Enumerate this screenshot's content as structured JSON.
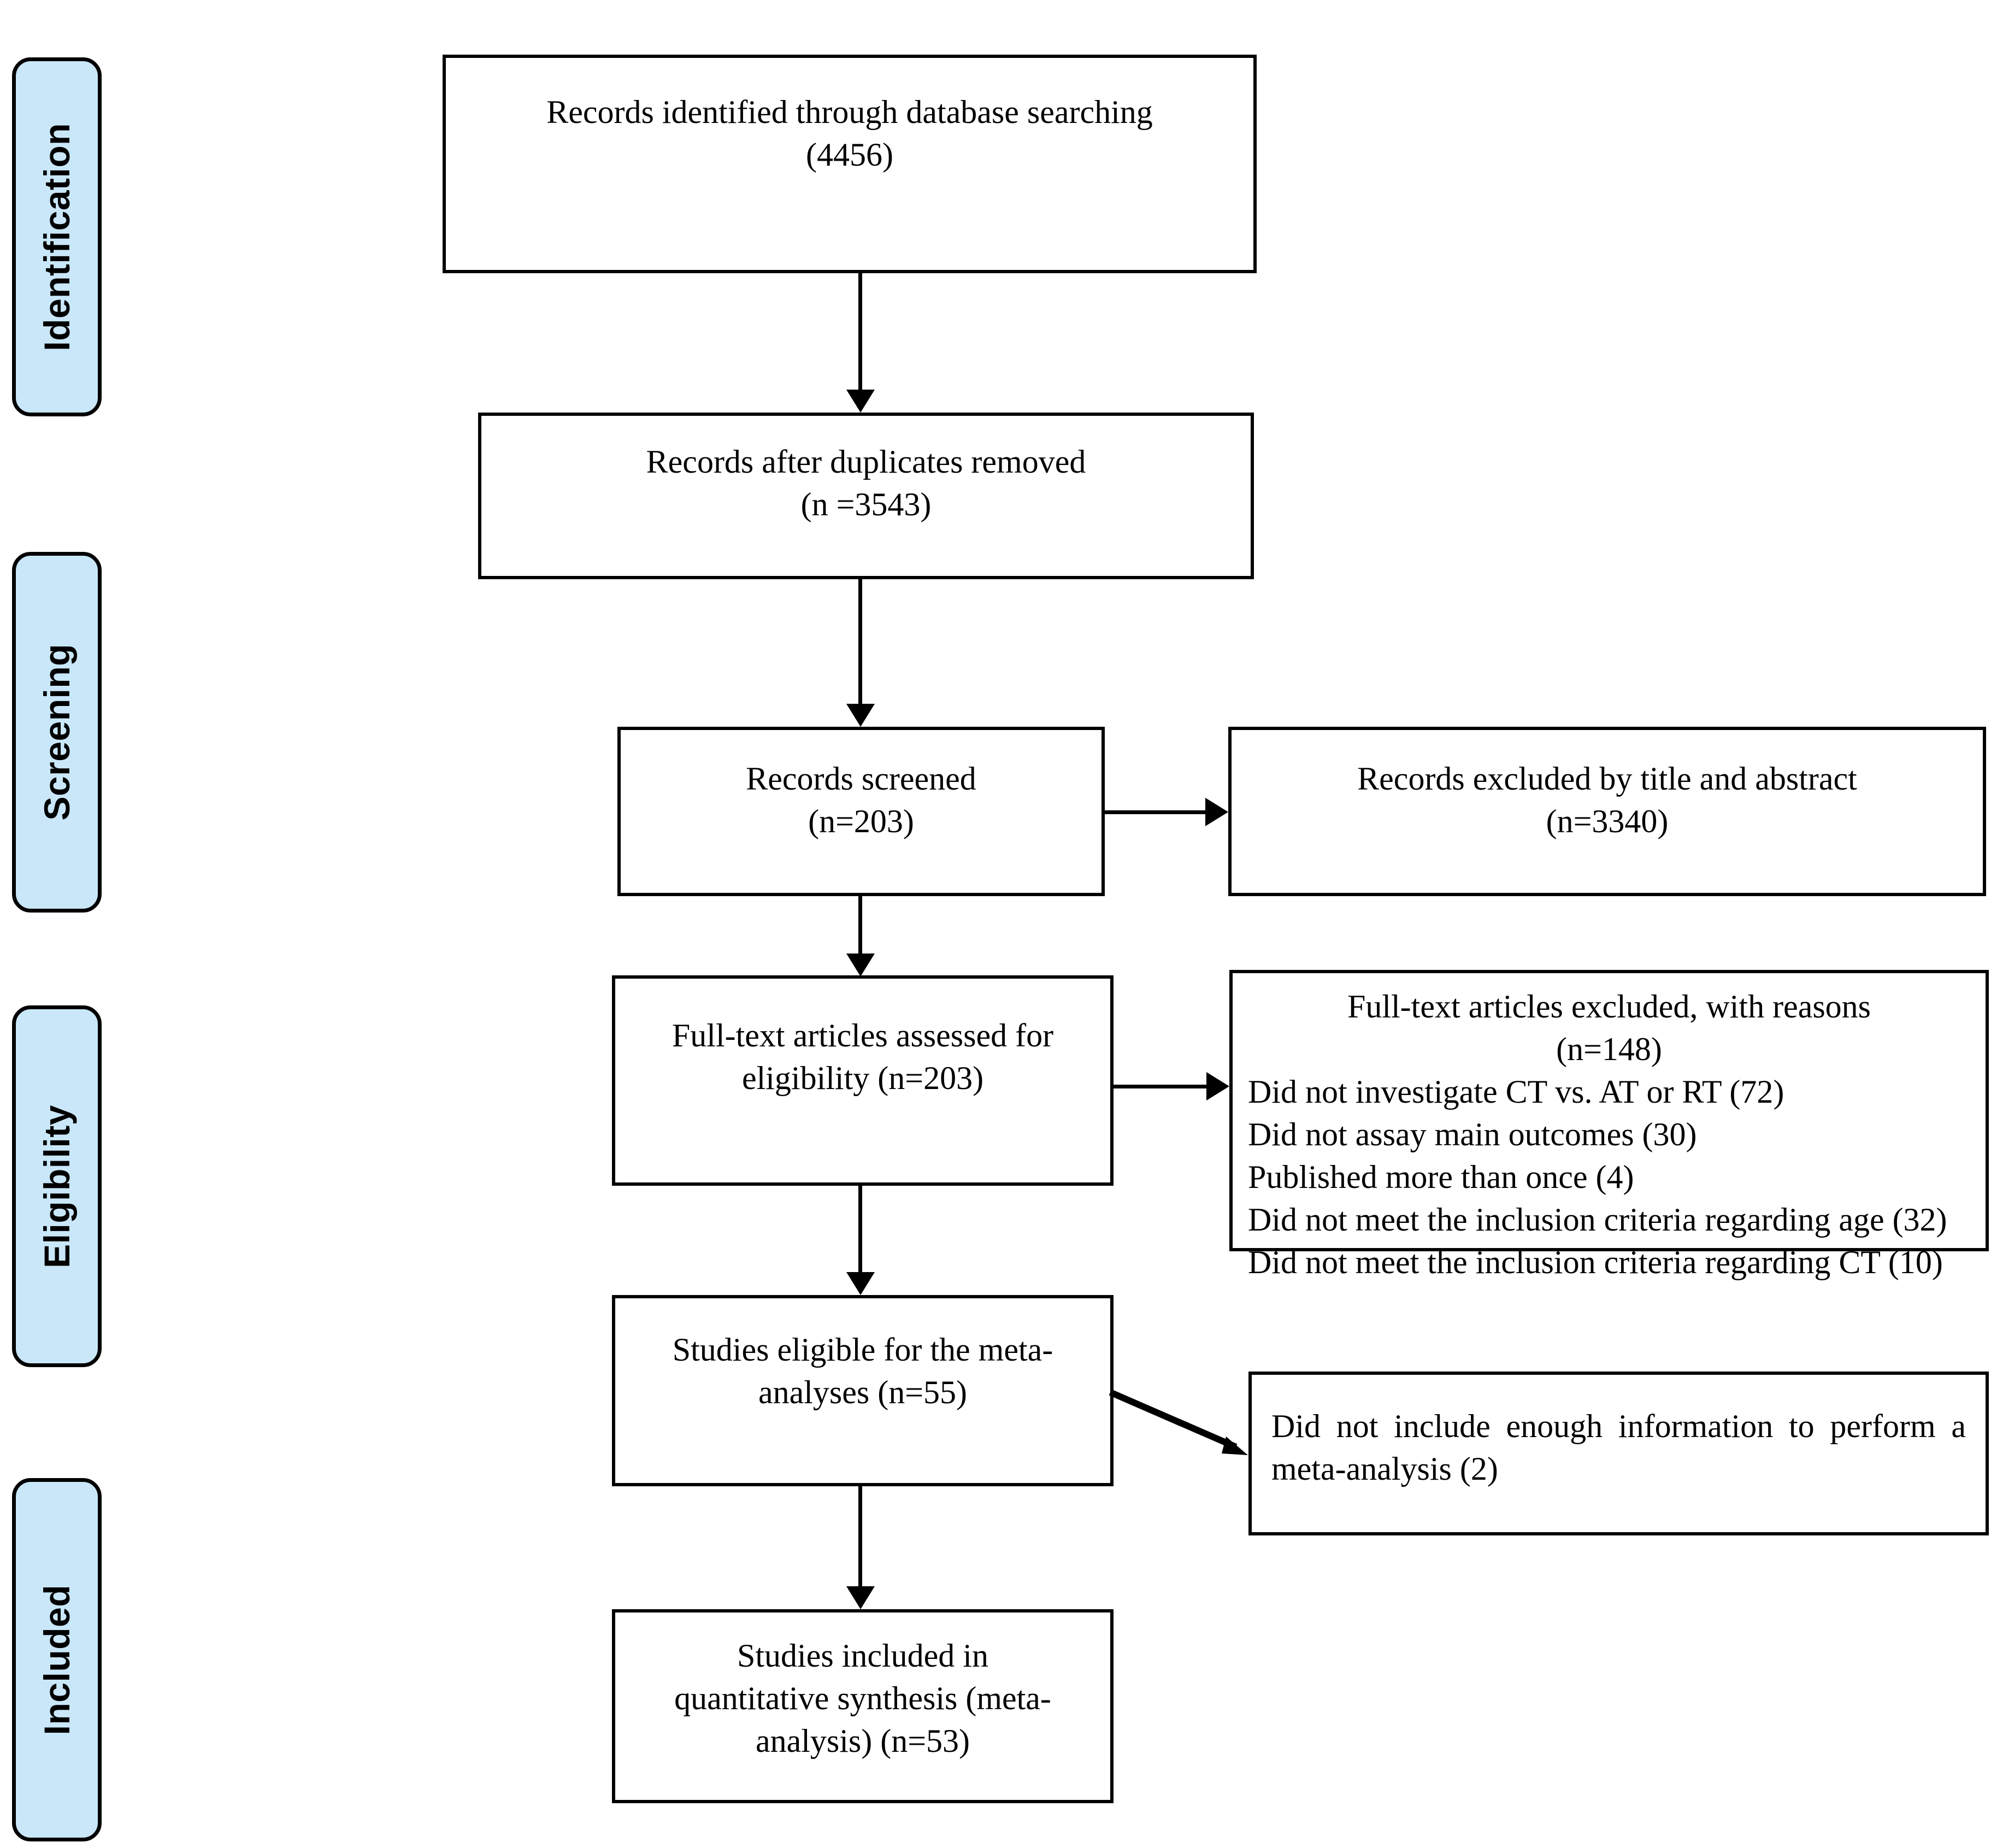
{
  "diagram": {
    "type": "prisma-flow-diagram",
    "stages": [
      {
        "id": "identification",
        "label": "Identification"
      },
      {
        "id": "screening",
        "label": "Screening"
      },
      {
        "id": "eligibility",
        "label": "Eligibility"
      },
      {
        "id": "included",
        "label": "Included"
      }
    ],
    "colors": {
      "stage_fill": "#c9e7f9",
      "stage_border": "#000000",
      "box_fill": "#ffffff",
      "box_border": "#000000",
      "text": "#000000"
    },
    "boxes": {
      "records_identified": {
        "line1": "Records identified through database searching",
        "line2": "(4456)"
      },
      "records_after_duplicates": {
        "line1": "Records after duplicates removed",
        "line2": "(n =3543)"
      },
      "records_screened": {
        "line1": "Records screened",
        "line2": "(n=203)"
      },
      "records_excluded": {
        "line1": "Records excluded by title and abstract",
        "line2": "(n=3340)"
      },
      "fulltext_assessed": {
        "line1": "Full-text articles assessed for",
        "line2": "eligibility (n=203)"
      },
      "fulltext_excluded": {
        "line1": "Full-text articles excluded, with reasons",
        "line2": "(n=148)",
        "reasons": [
          "Did not investigate CT vs. AT or RT (72)",
          "Did not assay main outcomes (30)",
          "Published more than once (4)",
          "Did not meet the inclusion criteria regarding age (32)",
          "Did not meet the inclusion criteria regarding CT (10)"
        ]
      },
      "studies_eligible": {
        "line1": "Studies eligible for the meta-",
        "line2": "analyses (n=55)"
      },
      "not_enough_information": {
        "paragraph": "Did not include enough information to perform a meta-analysis (2)"
      },
      "studies_included": {
        "line1": "Studies included in",
        "line2": "quantitative synthesis (meta-",
        "line3": "analysis) (n=53)"
      }
    }
  },
  "chart_data": {
    "type": "table",
    "title": "PRISMA flow of study selection",
    "nodes": [
      {
        "name": "Records identified through database searching",
        "count": 4456
      },
      {
        "name": "Records after duplicates removed",
        "count": 3543
      },
      {
        "name": "Records screened",
        "count": 203
      },
      {
        "name": "Records excluded by title and abstract",
        "count": 3340
      },
      {
        "name": "Full-text articles assessed for eligibility",
        "count": 203
      },
      {
        "name": "Full-text articles excluded, with reasons",
        "count": 148
      },
      {
        "name": "Did not investigate CT vs. AT or RT",
        "count": 72
      },
      {
        "name": "Did not assay main outcomes",
        "count": 30
      },
      {
        "name": "Published more than once",
        "count": 4
      },
      {
        "name": "Did not meet the inclusion criteria regarding age",
        "count": 32
      },
      {
        "name": "Did not meet the inclusion criteria regarding CT",
        "count": 10
      },
      {
        "name": "Studies eligible for the meta-analyses",
        "count": 55
      },
      {
        "name": "Did not include enough information to perform a meta-analysis",
        "count": 2
      },
      {
        "name": "Studies included in quantitative synthesis (meta-analysis)",
        "count": 53
      }
    ]
  }
}
